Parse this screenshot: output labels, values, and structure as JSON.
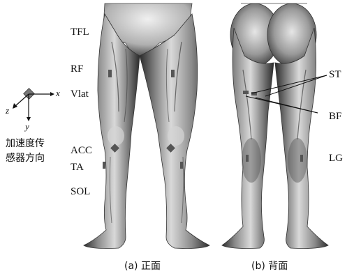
{
  "front_labels": {
    "tfl": "TFL",
    "rf": "RF",
    "vlat": "Vlat",
    "acc": "ACC",
    "ta": "TA",
    "sol": "SOL"
  },
  "back_labels": {
    "st": "ST",
    "bf": "BF",
    "lg": "LG"
  },
  "axis": {
    "x": "x",
    "y": "y",
    "z": "z"
  },
  "sensor_direction_label": {
    "line1": "加速度传",
    "line2": "感器方向"
  },
  "captions": {
    "front": "(a) 正面",
    "back": "(b) 背面"
  },
  "colors": {
    "skin_light": "#e8e8e8",
    "skin_mid": "#a8a8a8",
    "skin_dark": "#3c3c3c",
    "sensor": "#555555"
  }
}
